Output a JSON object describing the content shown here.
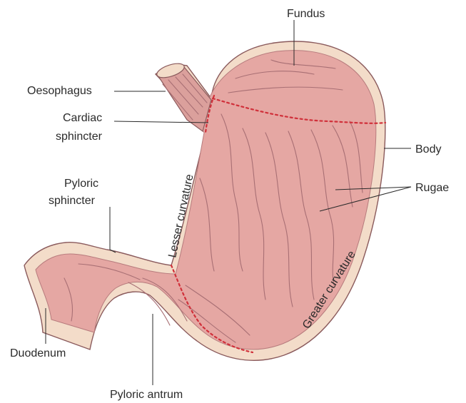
{
  "labels": {
    "fundus": "Fundus",
    "oesophagus": "Oesophagus",
    "cardiac_line1": "Cardiac",
    "cardiac_line2": "sphincter",
    "body": "Body",
    "pyloric_sph_line1": "Pyloric",
    "pyloric_sph_line2": "sphincter",
    "rugae": "Rugae",
    "lesser_curvature": "Lesser curvature",
    "greater_curvature": "Greater curvature",
    "duodenum": "Duodenum",
    "pyloric_antrum": "Pyloric antrum"
  },
  "colors": {
    "wall": "#f3dcc9",
    "mucosa": "#e5a7a3",
    "mucosa_shade": "#d99692",
    "fold_lines": "#a86f74",
    "segment_boundary": "#d0303a",
    "text": "#2a2a2a"
  }
}
